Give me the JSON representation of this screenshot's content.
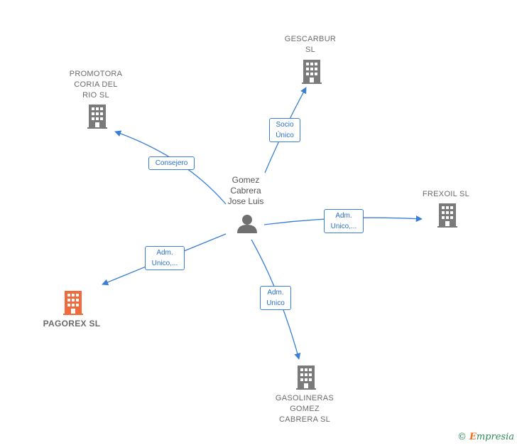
{
  "colors": {
    "edge": "#3a7fd5",
    "company": "#7a7a7a",
    "highlight": "#f06a3c",
    "person": "#707070"
  },
  "center": {
    "name": "Gomez\nCabrera\nJose Luis",
    "icon": "person-icon"
  },
  "companies": {
    "gescarbur": {
      "name": "GESCARBUR\nSL",
      "icon": "building-icon"
    },
    "promotora": {
      "name": "PROMOTORA\nCORIA DEL\nRIO SL",
      "icon": "building-icon"
    },
    "frexoil": {
      "name": "FREXOIL  SL",
      "icon": "building-icon"
    },
    "pagorex": {
      "name": "PAGOREX  SL",
      "icon": "building-icon",
      "highlighted": true
    },
    "gasolineras": {
      "name": "GASOLINERAS\nGOMEZ\nCABRERA SL",
      "icon": "building-icon"
    }
  },
  "relations": {
    "gescarbur": "Socio\nÚnico",
    "promotora": "Consejero",
    "frexoil": "Adm.\nUnico,...",
    "pagorex": "Adm.\nUnico,...",
    "gasolineras": "Adm.\nUnico"
  },
  "footer": {
    "copyright": "©",
    "brand_initial": "E",
    "brand_rest": "mpresia"
  }
}
